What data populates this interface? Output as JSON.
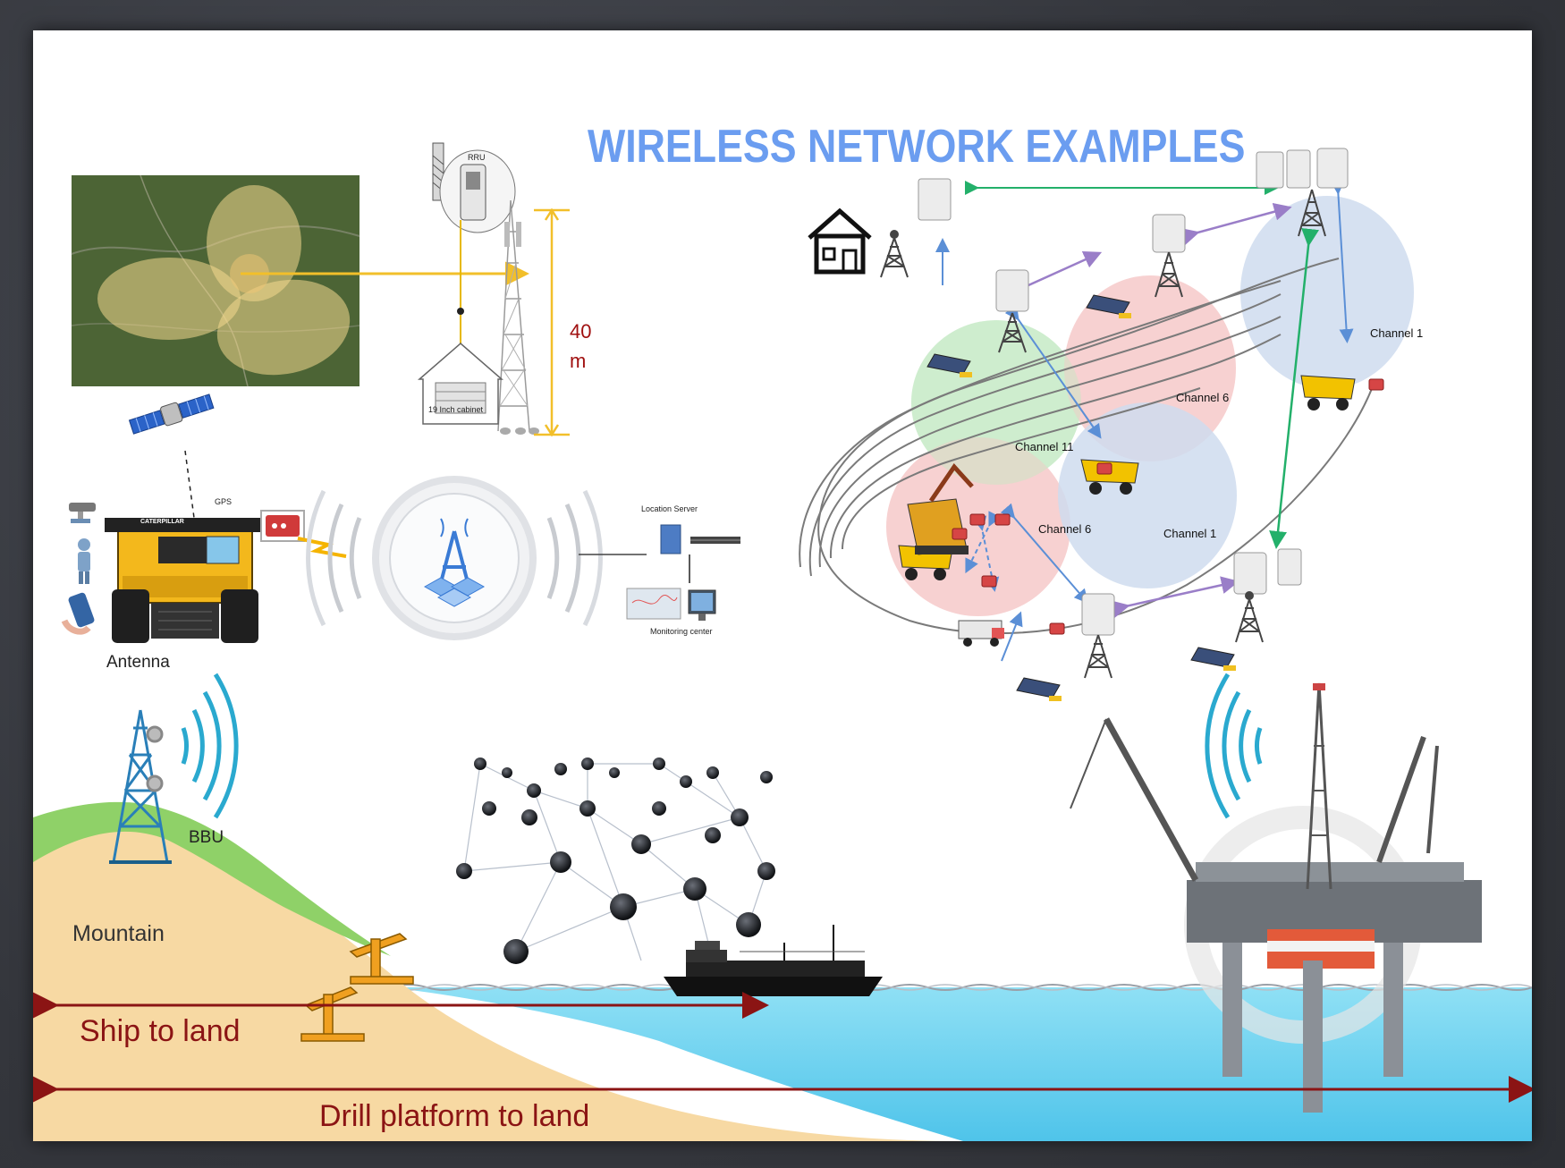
{
  "title": "WIRELESS NETWORK EXAMPLES",
  "tower_panel": {
    "rru_label": "RRU",
    "cabinet_label": "19 Inch cabinet",
    "height_label": "40 m"
  },
  "vehicle_panel": {
    "gps_label": "GPS",
    "truck_brand": "CATERPILLAR",
    "location_server_label": "Location Server",
    "monitoring_center_label": "Monitoring center"
  },
  "mine_network": {
    "channels": [
      {
        "label": "Channel 11",
        "color": "#c9ecc9"
      },
      {
        "label": "Channel 6",
        "color": "#f6c9c9"
      },
      {
        "label": "Channel 1",
        "color": "#cfdcee"
      },
      {
        "label": "Channel 6",
        "color": "#f6c9c9"
      },
      {
        "label": "Channel 1",
        "color": "#cfdcee"
      }
    ]
  },
  "offshore": {
    "antenna_label": "Antenna",
    "bbu_label": "BBU",
    "mountain_label": "Mountain",
    "ship_label": "Ship to land",
    "drill_label": "Drill platform to land"
  },
  "colors": {
    "title": "#6b9df0",
    "arrow_red": "#8b1414",
    "link_green": "#23b06a",
    "link_purple": "#9a7ec8",
    "link_blue": "#5b8fd6",
    "sea": "#7fd8f2",
    "sand": "#f7d9a3",
    "grass": "#8fd168"
  }
}
